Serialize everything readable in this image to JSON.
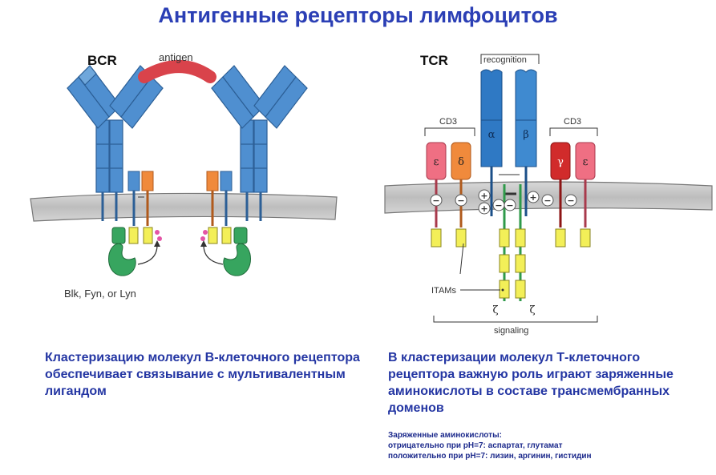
{
  "title": "Антигенные рецепторы лимфоцитов",
  "bcr": {
    "label": "BCR",
    "antigen_label": "antigen",
    "kinase_label": "Blk, Fyn, or Lyn",
    "caption": "Кластеризацию молекул В-клеточного рецептора обеспечивает связывание с мультивалентным лигандом"
  },
  "tcr": {
    "label": "TCR",
    "recognition_label": "recognition",
    "cd3_left_label": "CD3",
    "cd3_right_label": "CD3",
    "alpha": "α",
    "beta": "β",
    "epsilon_left": "ε",
    "delta": "δ",
    "gamma": "γ",
    "epsilon_right": "ε",
    "zeta_left": "ζ",
    "zeta_right": "ζ",
    "itams_label": "ITAMs",
    "signaling_label": "signaling",
    "caption": "В кластеризации молекул Т-клеточного рецептора важную роль играют заряженные аминокислоты в составе трансмембранных доменов"
  },
  "amino_acids": {
    "heading": "Заряженные аминокислоты:",
    "negative": "отрицательно при pH=7: аспартат, глутамат",
    "positive": "положительно при pH=7: лизин, аргинин, гистидин"
  },
  "colors": {
    "title": "#2b3fb5",
    "antibody_blue": "#4f8fd0",
    "antigen_red": "#d9434b",
    "membrane_gray": "#c9c9c9",
    "itam_yellow": "#f3ef58",
    "kinase_green": "#37a55f",
    "alpha_beta_blue": "#2f79c4",
    "epsilon_pink": "#ef6f83",
    "delta_orange": "#f08a3c",
    "gamma_red": "#d12b2b",
    "zeta_green": "#2f9a4a"
  }
}
